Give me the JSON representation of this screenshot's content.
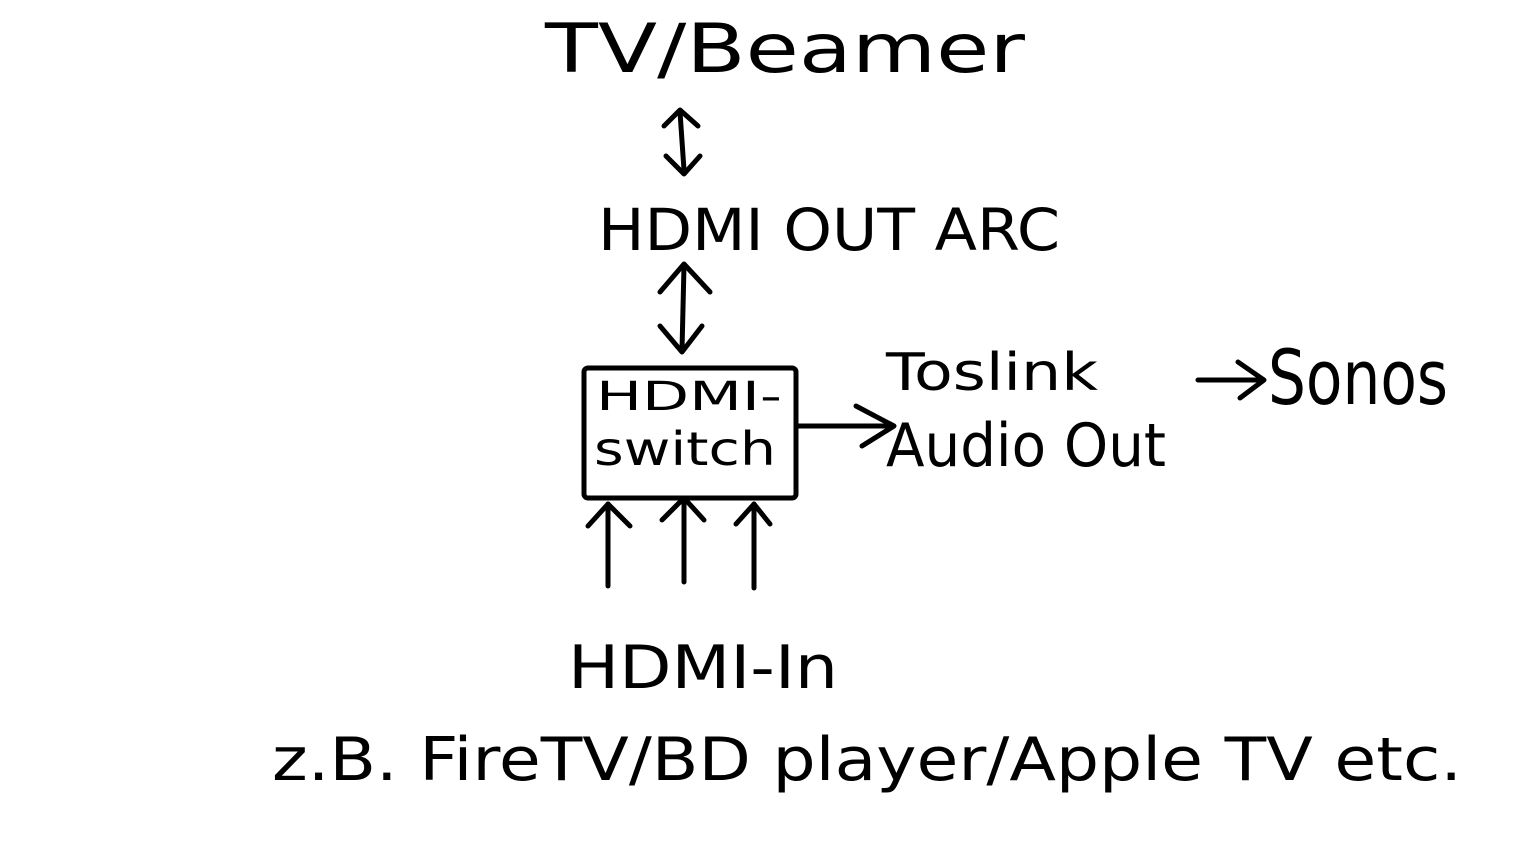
{
  "diagram": {
    "nodes": {
      "tv": "TV/Beamer",
      "hdmi_out": "HDMI OUT ARC",
      "switch_line1": "HDMI-",
      "switch_line2": "switch",
      "toslink_line1": "Toslink",
      "toslink_line2": "Audio Out",
      "sonos": "Sonos",
      "hdmi_in": "HDMI-In",
      "sources": "z.B. FireTV/BD player/Apple TV etc."
    },
    "edges": [
      {
        "from": "hdmi_out",
        "to": "tv",
        "kind": "bidirectional"
      },
      {
        "from": "switch",
        "to": "hdmi_out",
        "kind": "bidirectional"
      },
      {
        "from": "switch",
        "to": "toslink",
        "kind": "directed"
      },
      {
        "from": "toslink",
        "to": "sonos",
        "kind": "directed"
      },
      {
        "from": "hdmi_in",
        "to": "switch",
        "kind": "directed"
      },
      {
        "from": "hdmi_in",
        "to": "switch",
        "kind": "directed"
      },
      {
        "from": "hdmi_in",
        "to": "switch",
        "kind": "directed"
      }
    ],
    "colors": {
      "ink": "#000000",
      "background": "#ffffff"
    }
  }
}
